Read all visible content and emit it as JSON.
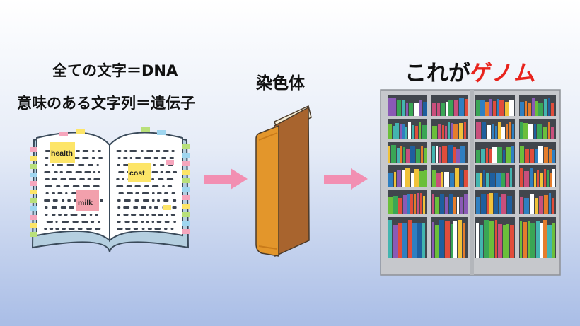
{
  "captions": {
    "dna": "全ての文字＝DNA",
    "gene": "意味のある文字列＝遺伝子",
    "chromosome": "染色体",
    "genome_prefix": "これが",
    "genome_highlight": "ゲノム"
  },
  "book_tags": {
    "health": "health",
    "cost": "cost",
    "milk": "milk"
  },
  "colors": {
    "arrow": "#f28fb2",
    "highlight_text": "#e8231c",
    "book_cover": "#e3962b",
    "shelf_frame": "#c6c8cc"
  },
  "icons": [
    "open-book-icon",
    "closed-book-icon",
    "bookshelf-icon",
    "arrow-right-icon"
  ]
}
